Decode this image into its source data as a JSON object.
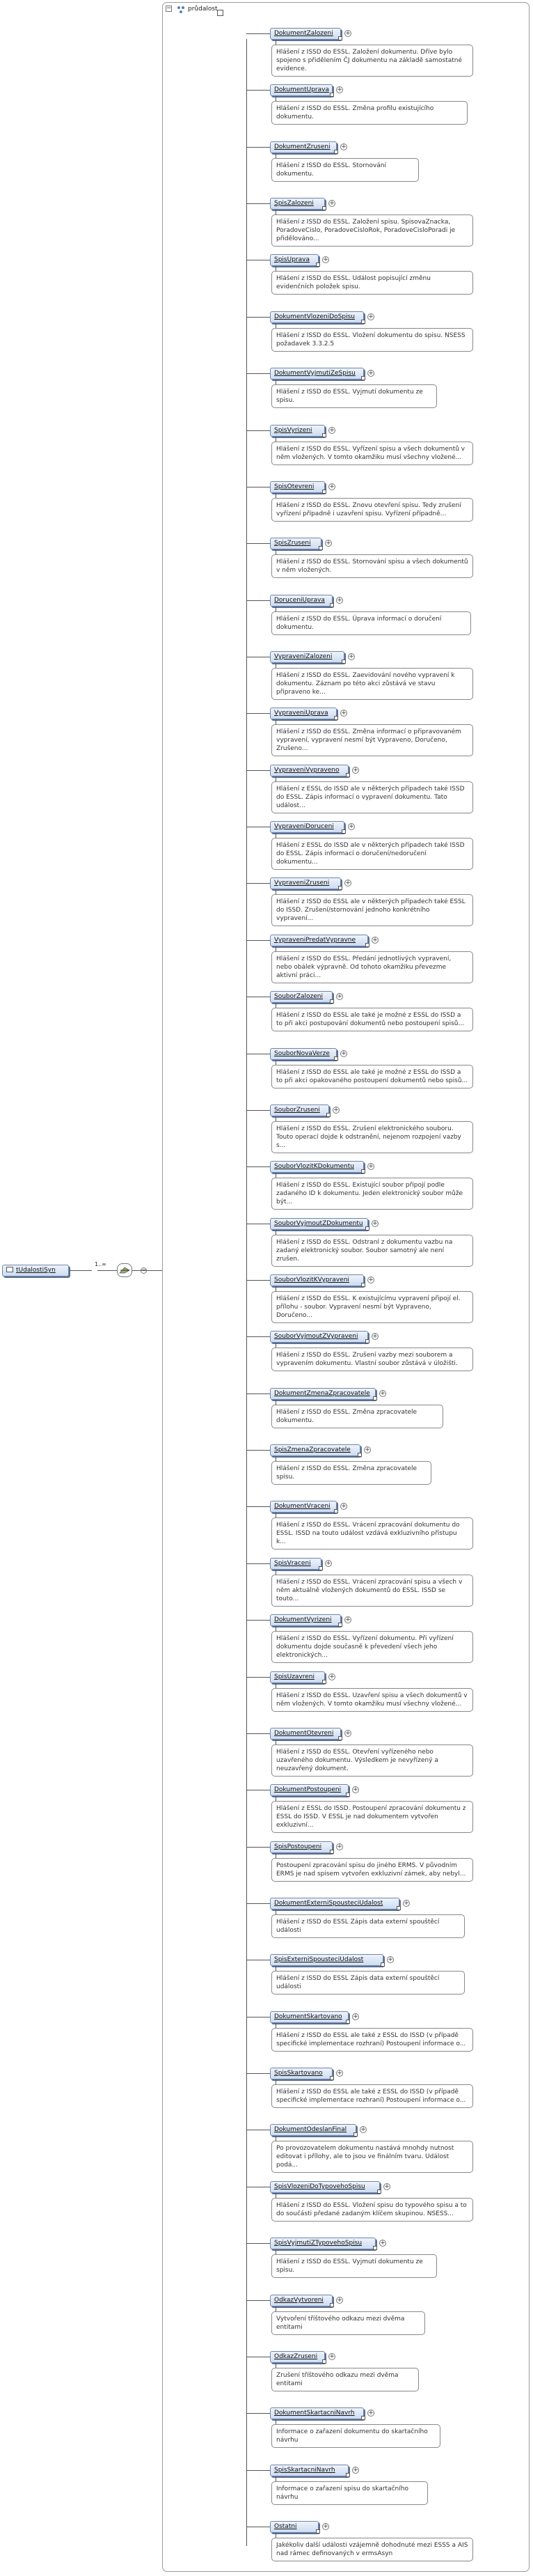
{
  "root": {
    "label": "tUdalostiSyn"
  },
  "cardinality": "1..∞",
  "group": {
    "label": "průdalost"
  },
  "items": [
    {
      "name": "DokumentZalozeni",
      "doc": "Hlášení z ISSD do ESSL. Založení dokumentu. Dříve bylo spojeno s přidělením ČJ dokumentu na základě samostatné evidence."
    },
    {
      "name": "DokumentUprava",
      "doc": "Hlášení z ISSD do ESSL. Změna profilu existujícího dokumentu."
    },
    {
      "name": "DokumentZruseni",
      "doc": "Hlášení z ISSD do ESSL. Stornování dokumentu."
    },
    {
      "name": "SpisZalozeni",
      "doc": "Hlášení z ISSD do ESSL. Založení spisu. SpisovaZnacka, PoradoveCislo, PoradoveCisloRok, PoradoveCisloPoradi je přidělováno..."
    },
    {
      "name": "SpisUprava",
      "doc": "Hlášení z ISSD do ESSL. Událost popisující změnu evidenčních položek spisu."
    },
    {
      "name": "DokumentVlozeniDoSpisu",
      "doc": "Hlášení z ISSD do ESSL. Vložení dokumentu do spisu. NSESS požadavek 3.3.2.5"
    },
    {
      "name": "DokumentVyjmutiZeSpisu",
      "doc": "Hlášení z ISSD do ESSL. Vyjmutí dokumentu ze spisu."
    },
    {
      "name": "SpisVyrizeni",
      "doc": "Hlášení z ISSD do ESSL. Vyřízení spisu a všech dokumentů v něm vložených. V tomto okamžiku musí všechny vložené..."
    },
    {
      "name": "SpisOtevreni",
      "doc": "Hlášení z ISSD do ESSL. Znovu otevření spisu. Tedy zrušení vyřízení případně i uzavření spisu. Vyřízení případně..."
    },
    {
      "name": "SpisZruseni",
      "doc": "Hlášení z ISSD do ESSL. Stornování spisu a všech dokumentů v něm vložených."
    },
    {
      "name": "DoruceniUprava",
      "doc": "Hlášení z ISSD do ESSL. Úprava informací o doručení dokumentu."
    },
    {
      "name": "VypraveniZalozeni",
      "doc": "Hlášení z ISSD do ESSL. Zaevidování nového vypravení k dokumentu. Záznam po této akci zůstává ve stavu připraveno ke..."
    },
    {
      "name": "VypraveniUprava",
      "doc": "Hlášení z ISSD do ESSL. Změna informací o připravovaném vypravení, vypravení nesmí být Vypraveno, Doručeno, Zrušeno..."
    },
    {
      "name": "VypraveniVypraveno",
      "doc": "Hlášení z ESSL do ISSD ale v některých případech také ISSD do ESSL. Zápis informací o vypravení dokumentu. Tato událost..."
    },
    {
      "name": "VypraveniDoruceni",
      "doc": "Hlášení z ESSL do ISSD ale v některých případech také ISSD do ESSL. Zápis informací o doručení/nedoručení dokumentu..."
    },
    {
      "name": "VypraveniZruseni",
      "doc": "Hlášení z ISSD do ESSL ale v některých případech také ESSL do ISSD. Zrušení/stornování jednoho konkrétního vypravení..."
    },
    {
      "name": "VypraveniPredatVypravne",
      "doc": "Hlášení z ISSD do ESSL. Předání jednotlivých vypravení, nebo obálek výpravně. Od tohoto okamžiku převezme aktivní práci..."
    },
    {
      "name": "SouborZalozeni",
      "doc": "Hlášení z ISSD do ESSL ale také je možné z ESSL do ISSD a to při akci postupování dokumentů nebo postoupení spisů..."
    },
    {
      "name": "SouborNovaVerze",
      "doc": "Hlášení z ISSD do ESSL ale také je možné z ESSL do ISSD a to při akci opakovaného postoupení dokumentů nebo spisů..."
    },
    {
      "name": "SouborZruseni",
      "doc": "Hlášení z ISSD do ESSL. Zrušení elektronického souboru. Touto operací dojde k odstranění, nejenom rozpojení vazby s..."
    },
    {
      "name": "SouborVlozitKDokumentu",
      "doc": "Hlášení z ISSD do ESSL. Existující soubor připojí podle zadaného ID k dokumentu. Jeden elektronický soubor může být..."
    },
    {
      "name": "SouborVyjmoutZDokumentu",
      "doc": "Hlášení z ISSD do ESSL. Odstraní z dokumentu vazbu na zadaný elektronický soubor. Soubor samotný ale není zrušen."
    },
    {
      "name": "SouborVlozitKVypraveni",
      "doc": "Hlášení z ISSD do ESSL. K existujícímu vypravení připojí el. přílohu - soubor. Vypravení nesmí být Vypraveno, Doručeno..."
    },
    {
      "name": "SouborVyjmoutZVypraveni",
      "doc": "Hlášení z ISSD do ESSL. Zrušení vazby mezi souborem a vypravením dokumentu. Vlastní soubor zůstává v úložišti."
    },
    {
      "name": "DokumentZmenaZpracovatele",
      "doc": "Hlášení z ISSD do ESSL. Změna zpracovatele dokumentu."
    },
    {
      "name": "SpisZmenaZpracovatele",
      "doc": "Hlášení z ISSD do ESSL. Změna zpracovatele spisu."
    },
    {
      "name": "DokumentVraceni",
      "doc": "Hlášení z ISSD do ESSL. Vrácení zpracování dokumentu do ESSL. ISSD na touto událost vzdává exkluzivního přístupu k..."
    },
    {
      "name": "SpisVraceni",
      "doc": "Hlášení z ISSD do ESSL. Vrácení zpracování spisu a všech v něm aktuálně vložených dokumentů do ESSL. ISSD se touto..."
    },
    {
      "name": "DokumentVyrizeni",
      "doc": "Hlášení z ISSD do ESSL. Vyřízení dokumentu. Při vyřízení dokumentu dojde současně k převedení všech jeho elektronických..."
    },
    {
      "name": "SpisUzavreni",
      "doc": "Hlášení z ISSD do ESSL. Uzavření spisu a všech dokumentů v něm vložených. V tomto okamžiku musí všechny vložené..."
    },
    {
      "name": "DokumentOtevreni",
      "doc": "Hlášení z ISSD do ESSL. Otevření vyřízeného nebo uzavřeného dokumentu. Výsledkem je nevyřízený a neuzavřený dokument."
    },
    {
      "name": "DokumentPostoupeni",
      "doc": "Hlášení z ESSL do ISSD. Postoupení zpracování dokumentu z ESSL do ISSD. V ESSL je nad dokumentem vytvořen exkluzivní..."
    },
    {
      "name": "SpisPostoupeni",
      "doc": "Postoupení zpracování spisu do jiného ERMS. V původním ERMS je nad spisem vytvořen exkluzivní zámek, aby nebyl..."
    },
    {
      "name": "DokumentExterniSpousteciUdalost",
      "doc": "Hlášení z ISSD do ESSL Zápis data externí spouštěcí události"
    },
    {
      "name": "SpisExterniSpousteciUdalost",
      "doc": "Hlášení z ISSD do ESSL Zápis data externí spouštěcí události"
    },
    {
      "name": "DokumentSkartovano",
      "doc": "Hlášení z ISSD do ESSL ale také z ESSL do ISSD (v případě specifické implementace rozhraní) Postoupení informace o..."
    },
    {
      "name": "SpisSkartovano",
      "doc": "Hlášení z ISSD do ESSL ale také z ESSL do ISSD (v případě specifické implementace rozhraní) Postoupení informace o..."
    },
    {
      "name": "DokumentOdeslanFinal",
      "doc": "Po provozovatelem dokumentu nastává mnohdy nutnost editovat i přílohy, ale to jsou ve finálním tvaru. Událost podá..."
    },
    {
      "name": "SpisVlozeniDoTypovehoSpisu",
      "doc": "Hlášení z ISSD do ESSL. Vložení spisu do typového spisu a to do součásti předané zadaným klíčem skupinou. NSESS..."
    },
    {
      "name": "SpisVyjmutiZTypovehoSpisu",
      "doc": "Hlášení z ISSD do ESSL. Vyjmutí dokumentu ze spisu."
    },
    {
      "name": "OdkazVytvoreni",
      "doc": "Vytvoření tříštového odkazu mezi dvěma entitami"
    },
    {
      "name": "OdkazZruseni",
      "doc": "Zrušení tříštového odkazu mezi dvěma entitami"
    },
    {
      "name": "DokumentSkartacniNavrh",
      "doc": "Informace o zařazení dokumentu do skartačního návrhu"
    },
    {
      "name": "SpisSkartacniNavrh",
      "doc": "Informace o zařazení spisu do skartačního návrhu"
    },
    {
      "name": "Ostatni",
      "doc": "Jakékoliv další události vzájemně dohodnuté mezi ESSS a AIS nad rámec definovaných v ermsAsyn"
    }
  ],
  "colors": {
    "element_fill": "#dde8f7",
    "element_border": "#6f86a8",
    "line": "#555555"
  }
}
